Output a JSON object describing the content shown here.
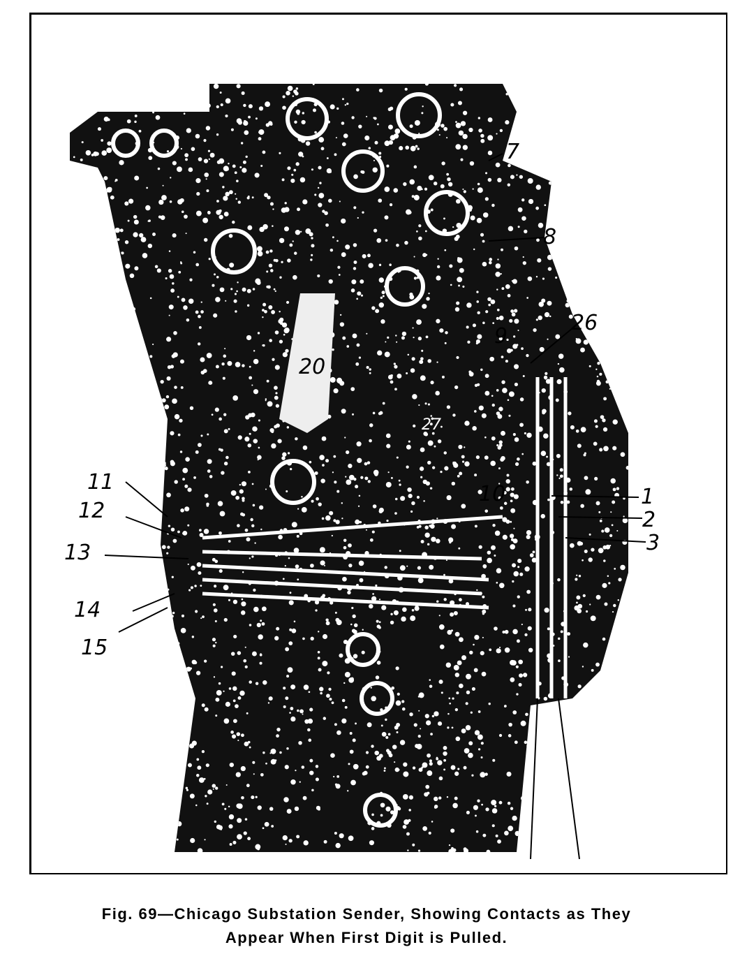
{
  "figure": {
    "labels": {
      "l1": "1",
      "l2": "2",
      "l3": "3",
      "l7": "7",
      "l8": "8",
      "l9": "9",
      "l10": "10",
      "l11": "11",
      "l12": "12",
      "l13": "13",
      "l14": "14",
      "l15": "15",
      "l20": "20",
      "l26": "26",
      "l27": "27"
    }
  },
  "caption": {
    "line1": "Fig. 69—Chicago Substation Sender, Showing Contacts as They",
    "line2": "Appear When First Digit is Pulled."
  }
}
